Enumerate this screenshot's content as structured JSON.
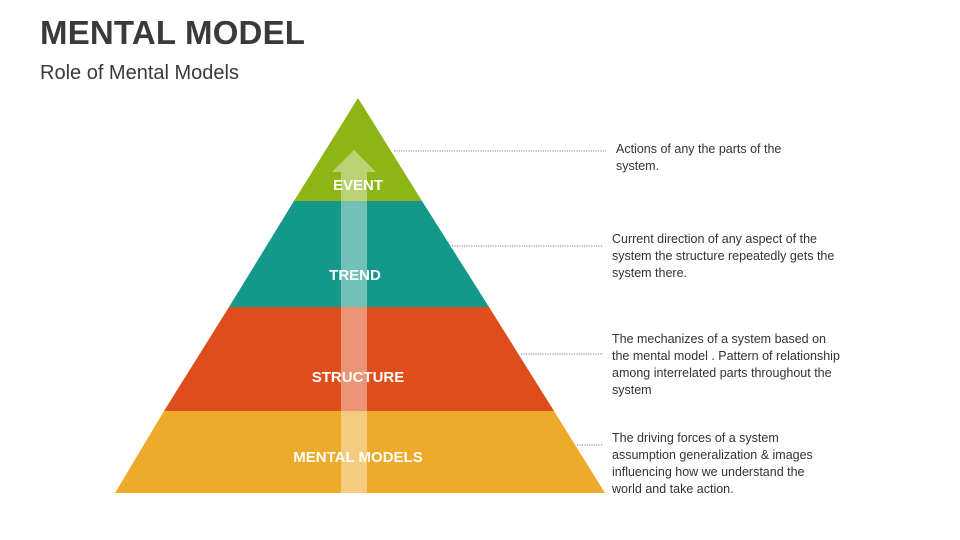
{
  "header": {
    "title": "MENTAL MODEL",
    "subtitle": "Role of Mental Models"
  },
  "levels": [
    {
      "label": "EVENT",
      "description": "Actions of any the parts of the system.",
      "color": "#8db516"
    },
    {
      "label": "TREND",
      "description": "Current direction of any aspect of the system the structure repeatedly gets the system there.",
      "color": "#13988a"
    },
    {
      "label": "STRUCTURE",
      "description": "The mechanizes of a system based on the mental model . Pattern of relationship among interrelated parts throughout the system",
      "color": "#de4d1c"
    },
    {
      "label": "MENTAL MODELS",
      "description": "The driving forces of a system assumption generalization & images influencing how we understand the world and take action.",
      "color": "#eeaa2b"
    }
  ],
  "arrow_color": "#ffffff"
}
